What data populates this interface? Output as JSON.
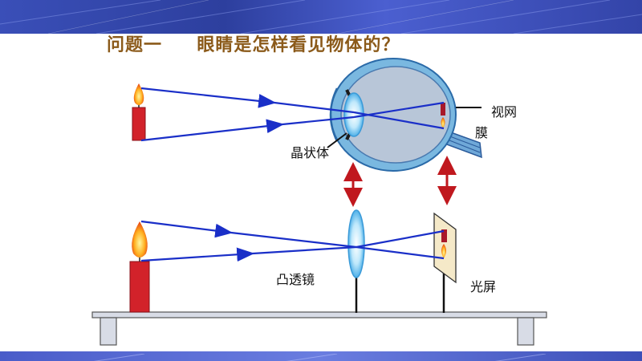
{
  "slide": {
    "title_part1": "问题一",
    "title_part2": "眼睛是怎样看见物体的？"
  },
  "labels": {
    "crystalline_lens": "晶状体",
    "retina_line1": "视网",
    "retina_line2": "膜",
    "convex_lens": "凸透镜",
    "screen": "光屏"
  },
  "colors": {
    "banner": "#3a4fb8",
    "title": "#8b5a1a",
    "ray": "#1a2fc8",
    "arrow": "#c0181e",
    "candle": "#d2222a",
    "eye_body": "#b8c6d8",
    "lens": "#9fd8f5"
  }
}
